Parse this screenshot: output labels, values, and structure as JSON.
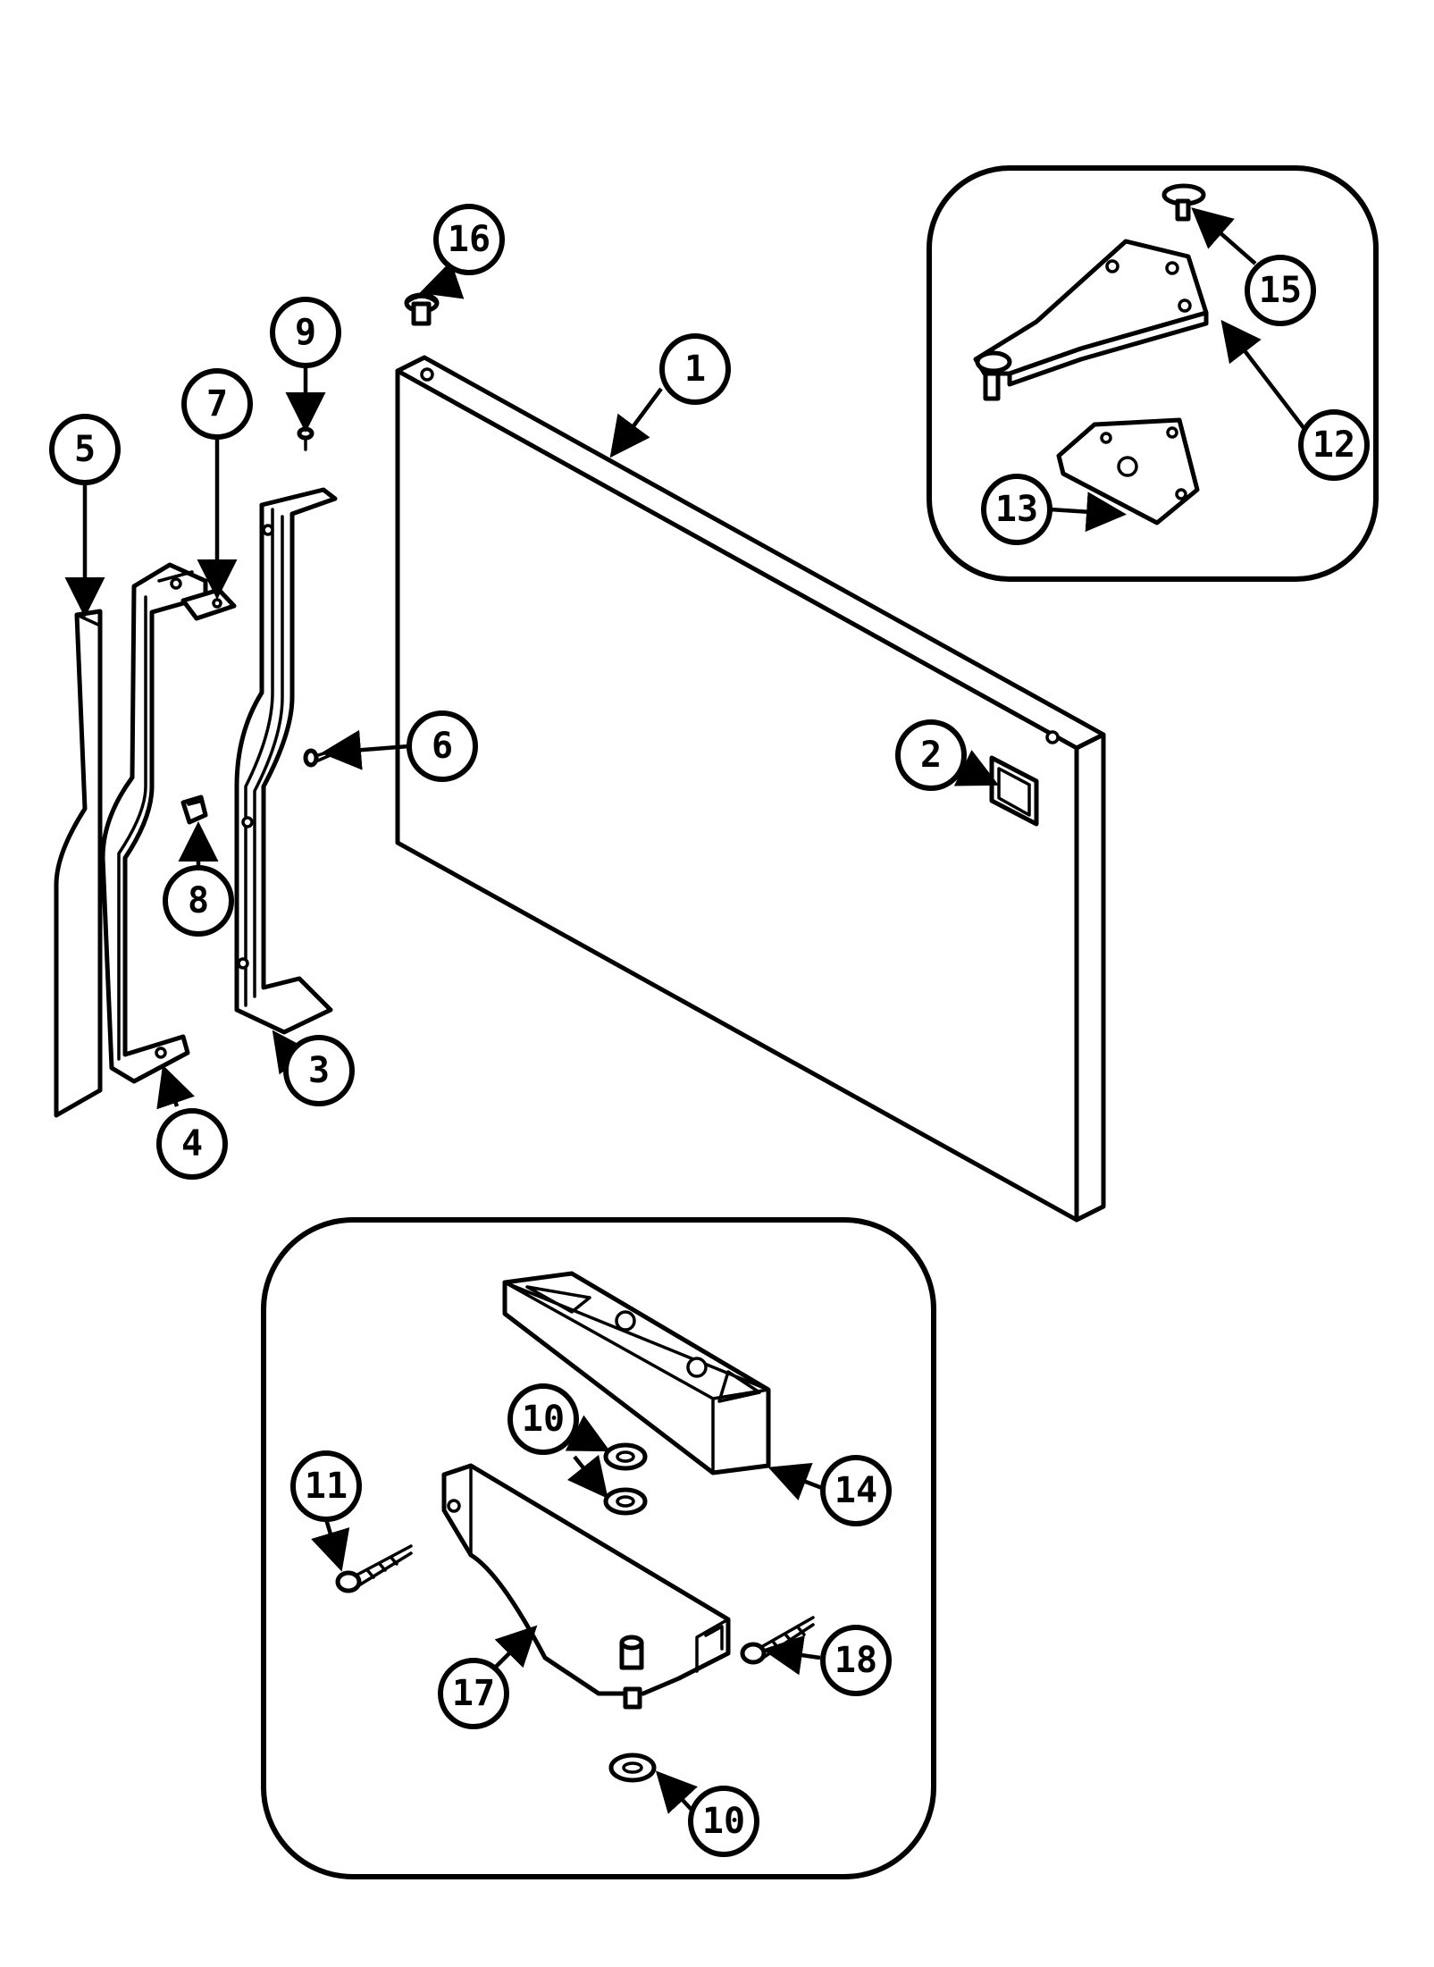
{
  "diagram": {
    "callouts": [
      {
        "id": "c1",
        "label": "1"
      },
      {
        "id": "c2",
        "label": "2"
      },
      {
        "id": "c3",
        "label": "3"
      },
      {
        "id": "c4",
        "label": "4"
      },
      {
        "id": "c5",
        "label": "5"
      },
      {
        "id": "c6",
        "label": "6"
      },
      {
        "id": "c7",
        "label": "7"
      },
      {
        "id": "c8",
        "label": "8"
      },
      {
        "id": "c9",
        "label": "9"
      },
      {
        "id": "c10a",
        "label": "10"
      },
      {
        "id": "c10b",
        "label": "10"
      },
      {
        "id": "c11",
        "label": "11"
      },
      {
        "id": "c12",
        "label": "12"
      },
      {
        "id": "c13",
        "label": "13"
      },
      {
        "id": "c14",
        "label": "14"
      },
      {
        "id": "c15",
        "label": "15"
      },
      {
        "id": "c16",
        "label": "16"
      },
      {
        "id": "c17",
        "label": "17"
      },
      {
        "id": "c18",
        "label": "18"
      }
    ]
  }
}
